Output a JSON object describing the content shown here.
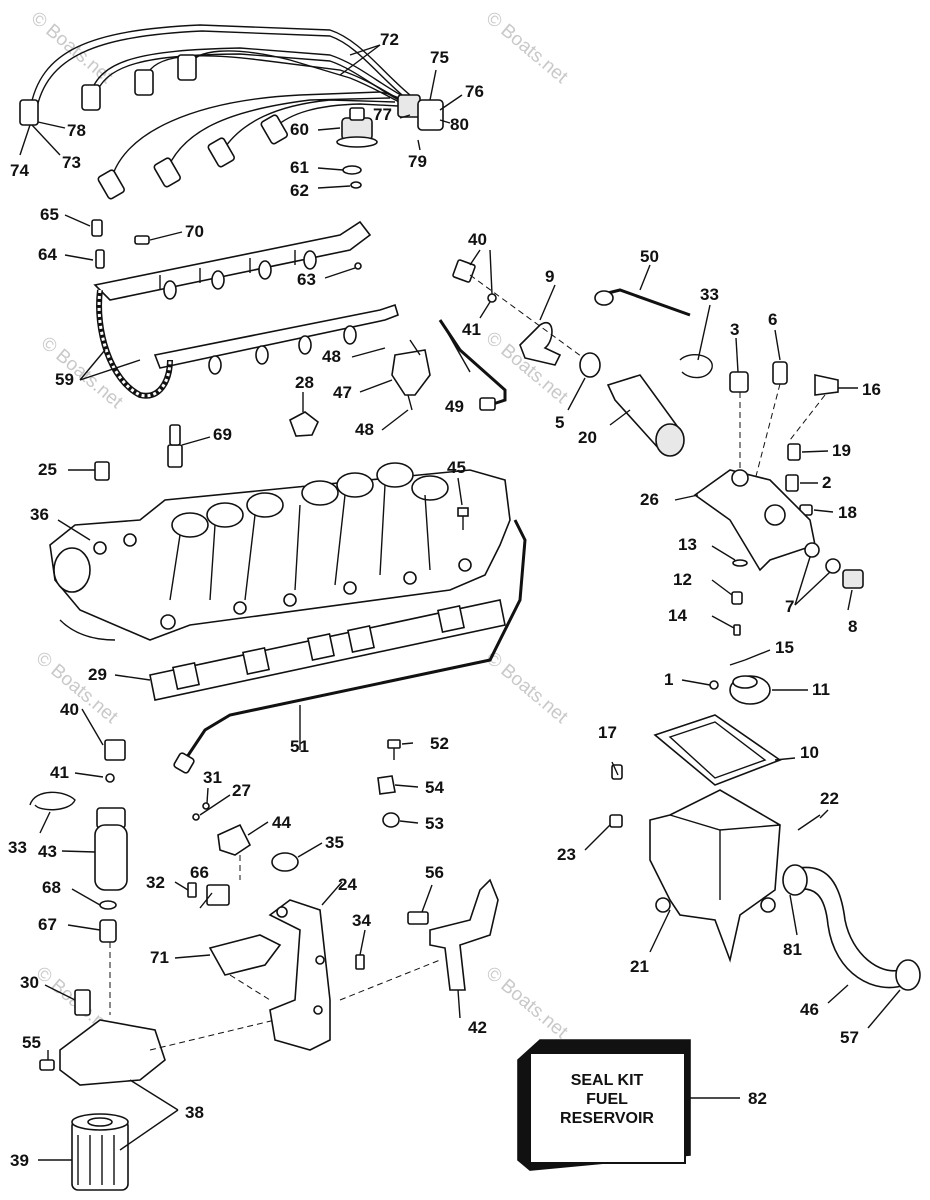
{
  "watermark": "© Boats.net",
  "seal_kit": {
    "line1": "SEAL KIT",
    "line2": "FUEL",
    "line3": "RESERVOIR",
    "number": "82"
  },
  "callouts": [
    "1",
    "2",
    "3",
    "5",
    "6",
    "7",
    "8",
    "9",
    "10",
    "11",
    "12",
    "13",
    "14",
    "15",
    "16",
    "17",
    "18",
    "19",
    "20",
    "21",
    "22",
    "23",
    "24",
    "25",
    "26",
    "27",
    "28",
    "29",
    "30",
    "31",
    "32",
    "33",
    "34",
    "35",
    "36",
    "38",
    "39",
    "40",
    "41",
    "42",
    "43",
    "44",
    "45",
    "46",
    "47",
    "48",
    "49",
    "50",
    "51",
    "52",
    "53",
    "54",
    "55",
    "56",
    "57",
    "59",
    "60",
    "61",
    "62",
    "63",
    "64",
    "65",
    "66",
    "67",
    "68",
    "69",
    "70",
    "71",
    "72",
    "73",
    "74",
    "75",
    "76",
    "77",
    "78",
    "79",
    "80",
    "81"
  ]
}
